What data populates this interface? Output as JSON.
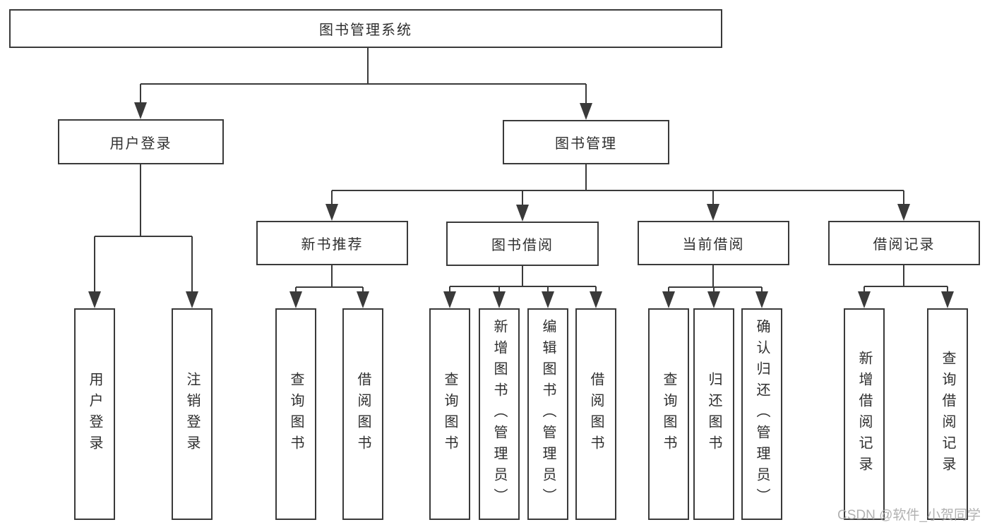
{
  "diagram": {
    "type": "tree",
    "title": "图书管理系统",
    "colors": {
      "line": "#3a3a3a",
      "text": "#2f2f2f",
      "box_fill": "#ffffff",
      "background": "#ffffff",
      "watermark": "#a9a9a9"
    },
    "nodes": {
      "root": "图书管理系统",
      "userLogin": "用户登录",
      "bookMgmt": "图书管理",
      "newBookRec": "新书推荐",
      "bookBorrow": "图书借阅",
      "currentBorrow": "当前借阅",
      "borrowRecords": "借阅记录",
      "leafUserLogin": "用户登录",
      "leafLogout": "注销登录",
      "leafQueryBook1": "查询图书",
      "leafBorrowBook1": "借阅图书",
      "leafQueryBook2": "查询图书",
      "leafAddBook": "新增图书（管理员）",
      "leafEditBook": "编辑图书（管理员）",
      "leafBorrowBook2": "借阅图书",
      "leafQueryBook3": "查询图书",
      "leafReturnBook": "归还图书",
      "leafConfirmReturn": "确认归还（管理员）",
      "leafAddRecord": "新增借阅记录",
      "leafQueryRecord": "查询借阅记录"
    },
    "hierarchy": {
      "图书管理系统": {
        "用户登录": [
          "用户登录",
          "注销登录"
        ],
        "图书管理": {
          "新书推荐": [
            "查询图书",
            "借阅图书"
          ],
          "图书借阅": [
            "查询图书",
            "新增图书（管理员）",
            "编辑图书（管理员）",
            "借阅图书"
          ],
          "当前借阅": [
            "查询图书",
            "归还图书",
            "确认归还（管理员）"
          ],
          "借阅记录": [
            "新增借阅记录",
            "查询借阅记录"
          ]
        }
      }
    }
  },
  "watermark": "CSDN @软件_小贺同学"
}
